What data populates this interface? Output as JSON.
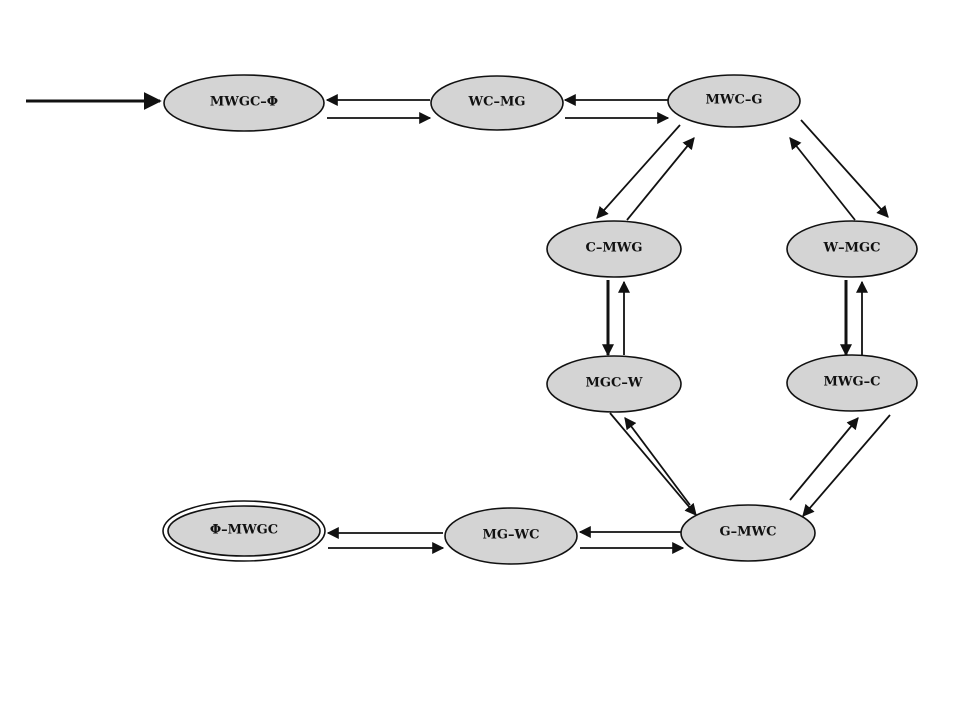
{
  "diagram": {
    "nodes": [
      {
        "id": "n0",
        "label": "MWGC–Φ",
        "accepting": false
      },
      {
        "id": "n1",
        "label": "WC–MG",
        "accepting": false
      },
      {
        "id": "n2",
        "label": "MWC–G",
        "accepting": false
      },
      {
        "id": "n3",
        "label": "C–MWG",
        "accepting": false
      },
      {
        "id": "n4",
        "label": "W–MGC",
        "accepting": false
      },
      {
        "id": "n5",
        "label": "MGC–W",
        "accepting": false
      },
      {
        "id": "n6",
        "label": "MWG–C",
        "accepting": false
      },
      {
        "id": "n7",
        "label": "G–MWC",
        "accepting": false
      },
      {
        "id": "n8",
        "label": "MG–WC",
        "accepting": false
      },
      {
        "id": "n9",
        "label": "Φ–MWGC",
        "accepting": true
      }
    ],
    "start_node": "n0",
    "edges": [
      {
        "from": "n0",
        "to": "n1"
      },
      {
        "from": "n1",
        "to": "n0"
      },
      {
        "from": "n1",
        "to": "n2"
      },
      {
        "from": "n2",
        "to": "n1"
      },
      {
        "from": "n2",
        "to": "n3"
      },
      {
        "from": "n3",
        "to": "n2"
      },
      {
        "from": "n2",
        "to": "n4"
      },
      {
        "from": "n4",
        "to": "n2"
      },
      {
        "from": "n3",
        "to": "n5"
      },
      {
        "from": "n5",
        "to": "n3"
      },
      {
        "from": "n4",
        "to": "n6"
      },
      {
        "from": "n6",
        "to": "n4"
      },
      {
        "from": "n5",
        "to": "n7"
      },
      {
        "from": "n7",
        "to": "n5"
      },
      {
        "from": "n6",
        "to": "n7"
      },
      {
        "from": "n7",
        "to": "n6"
      },
      {
        "from": "n7",
        "to": "n8"
      },
      {
        "from": "n8",
        "to": "n7"
      },
      {
        "from": "n8",
        "to": "n9"
      },
      {
        "from": "n9",
        "to": "n8"
      }
    ]
  }
}
